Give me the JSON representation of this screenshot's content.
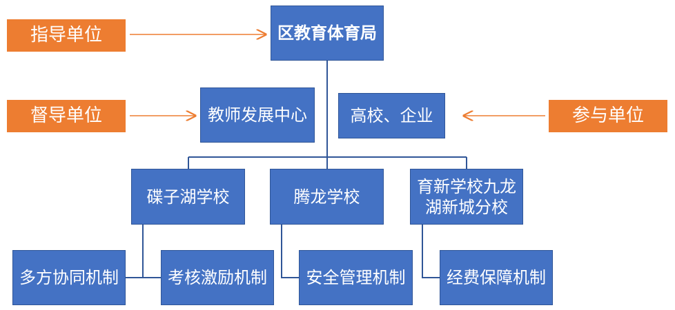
{
  "colors": {
    "node": "#4472C4",
    "label": "#ED7D31",
    "connector": "#2F5597",
    "arrow": "#ED7D31"
  },
  "top": "区教育体育局",
  "guide_label": "指导单位",
  "supervise_label": "督导单位",
  "participate_label": "参与单位",
  "teacher_center": "教师发展中心",
  "universities": "高校、企业",
  "schools": [
    {
      "name": "碟子湖学校",
      "mechanism": "多方协同机制"
    },
    {
      "name": "腾龙学校",
      "mechanism": "考核激励机制"
    },
    {
      "name": "育新学校九龙湖新城分校",
      "mechanism": "安全管理机制"
    }
  ],
  "extra_mechanism": "经费保障机制"
}
